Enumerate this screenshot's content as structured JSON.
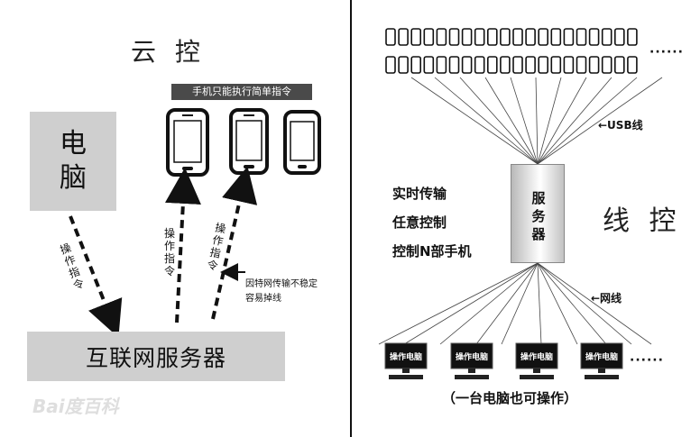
{
  "left": {
    "title": "云 控",
    "computer": "电脑",
    "phone_note": "手机只能执行简单指令",
    "op_label": "操作指令",
    "op_label_2": "操作指令",
    "op_label_3": "操作指令",
    "unstable_note_line1": "因特网传输不稳定",
    "unstable_note_line2": "容易掉线",
    "server": "互联网服务器",
    "watermark": "Bai度百科"
  },
  "right": {
    "title": "线 控",
    "top_dots": "······",
    "usb_label": "←USB线",
    "server_label": "服务器",
    "features": [
      "实时传输",
      "任意控制",
      "控制N部手机"
    ],
    "net_label": "←网线",
    "pc_label": "操作电脑",
    "bottom_dots": "······",
    "caption": "（一台电脑也可操作）"
  }
}
